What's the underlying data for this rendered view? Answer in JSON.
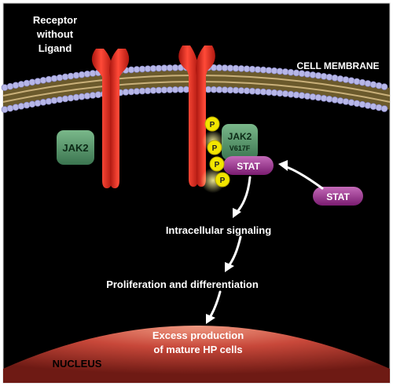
{
  "labels": {
    "receptor_line1": "Receptor",
    "receptor_line2": "without",
    "receptor_line3": "Ligand",
    "cell_membrane": "CELL MEMBRANE",
    "jak2_free": "JAK2",
    "jak2_mutant_line1": "JAK2",
    "jak2_mutant_line2": "V617F",
    "phospho": "P",
    "stat_bound": "STAT",
    "stat_free": "STAT",
    "step1": "Intracellular signaling",
    "step2": "Proliferation and differentiation",
    "outcome_line1": "Excess production",
    "outcome_line2": "of mature HP cells",
    "nucleus": "NUCLEUS"
  },
  "colors": {
    "background": "#000000",
    "receptor": "#e8251c",
    "jak2": "#4e8f62",
    "stat": "#9a2c8e",
    "phospho": "#f2e600",
    "membrane_head": "#b7b7e8",
    "membrane_tail": "#a08a50",
    "nucleus": "#c8483a"
  }
}
